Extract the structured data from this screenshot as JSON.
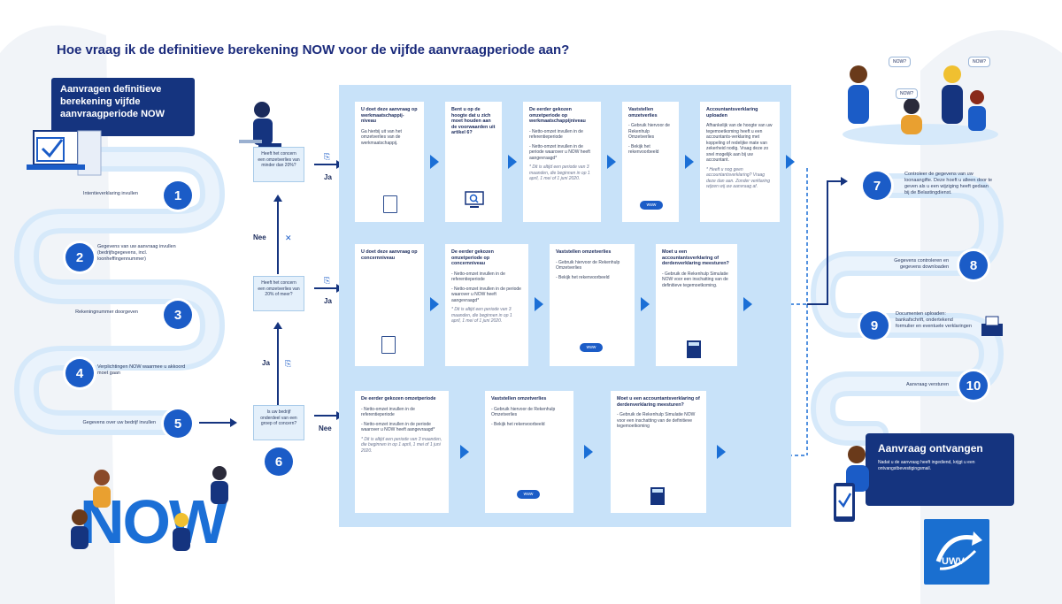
{
  "title": "Hoe vraag ik de definitieve berekening NOW voor de vijfde aanvraagperiode aan?",
  "left_box": "Aanvragen definitieve berekening vijfde aanvraagperiode NOW",
  "left_steps": [
    {
      "num": "1",
      "label": "Intentieverklaring invullen"
    },
    {
      "num": "2",
      "label": "Gegevens van uw aanvraag invullen (bedrijfsgegevens, incl. loonheffingennummer)"
    },
    {
      "num": "3",
      "label": "Rekeningnummer doorgeven"
    },
    {
      "num": "4",
      "label": "Verplichtingen NOW waarmee u akkoord moet gaan"
    },
    {
      "num": "5",
      "label": "Gegevens over uw bedrijf invullen"
    }
  ],
  "step6": "6",
  "questions": {
    "q1": "Heeft het concern een omzetverlies van minder dan 20%?",
    "q2": "Heeft het concern een omzetverlies van 20% of meer?",
    "q3": "Is uw bedrijf onderdeel van een groep of concern?"
  },
  "labels": {
    "ja": "Ja",
    "nee": "Nee"
  },
  "row1": [
    {
      "h": "U doet deze aanvraag op werkmaatschappij-niveau",
      "b": [
        "Ga hierbij uit van het omzetverlies van de werkmaatschappij."
      ],
      "n": ""
    },
    {
      "h": "Bent u op de hoogte dat u zich moet houden aan de voorwaarden uit artikel 6?",
      "b": [],
      "n": ""
    },
    {
      "h": "De eerder gekozen omzetperiode op werkmaatschappijniveau",
      "b": [
        "- Netto-omzet invullen in de referentieperiode",
        "- Netto-omzet invullen in de periode waarover u NOW heeft aangevraagd*"
      ],
      "n": "* Dit is altijd een periode van 3 maanden, die beginnen in op 1 april, 1 mei of 1 juni 2020."
    },
    {
      "h": "Vaststellen omzetverlies",
      "b": [
        "- Gebruik hiervoor de Rekenhulp Omzetverlies",
        "- Bekijk het rekenvoorbeeld"
      ],
      "n": ""
    },
    {
      "h": "Accountantsverklaring uploaden",
      "b": [
        "Afhankelijk van de hoogte van uw tegemoetkoming heeft u een accountants-verklaring met koppeling of redelijke mate van zekerheid nodig. Vraag deze zo snel mogelijk aan bij uw accountant."
      ],
      "n": "* Heeft u nog geen accountantsverklaring? Vraag deze dan aan. Zonder verklaring wijzen wij uw aanvraag af."
    }
  ],
  "row2": [
    {
      "h": "U doet deze aanvraag op concernniveau",
      "b": [],
      "n": ""
    },
    {
      "h": "De eerder gekozen omzetperiode op concernniveau",
      "b": [
        "- Netto-omzet invullen in de referentieperiode",
        "- Netto-omzet invullen in de periode waarover u NOW heeft aangevraagd*"
      ],
      "n": "* Dit is altijd een periode van 3 maanden, die beginnen in op 1 april, 1 mei of 1 juni 2020."
    },
    {
      "h": "Vaststellen omzetverlies",
      "b": [
        "- Gebruik hiervoor de Rekenhulp Omzetverlies",
        "- Bekijk het rekenvoorbeeld"
      ],
      "n": ""
    },
    {
      "h": "Moet u een accountantsverklaring of derdenverklaring meesturen?",
      "b": [
        "- Gebruik de Rekenhulp Simulatie NOW voor een inschatting van de definitieve tegemoetkoming."
      ],
      "n": ""
    }
  ],
  "row3": [
    {
      "h": "De eerder gekozen omzetperiode",
      "b": [
        "- Netto-omzet invullen in de referentieperiode",
        "- Netto-omzet invullen in de periode waarover u NOW heeft aangevraagd*"
      ],
      "n": "* Dit is altijd een periode van 3 maanden, die beginnen in op 1 april, 1 mei of 1 juni 2020."
    },
    {
      "h": "Vaststellen omzetverlies",
      "b": [
        "- Gebruik hiervoor de Rekenhulp Omzetverlies",
        "- Bekijk het rekenvoorbeeld"
      ],
      "n": ""
    },
    {
      "h": "Moet u een accountantsverklaring of derdenverklaring meesturen?",
      "b": [
        "- Gebruik de Rekenhulp Simulatie NOW voor een inschatting van de definitieve tegemoetkoming"
      ],
      "n": ""
    }
  ],
  "right_steps": [
    {
      "num": "7",
      "label": "Controleer de gegevens van uw loonaangifte. Deze hoeft u alleen door te geven als u een wijziging heeft gedaan bij de Belastingdienst."
    },
    {
      "num": "8",
      "label": "Gegevens controleren en gegevens downloaden"
    },
    {
      "num": "9",
      "label": "Documenten uploaden: bankafschrift, ondertekend formulier en eventuele verklaringen"
    },
    {
      "num": "10",
      "label": "Aanvraag versturen"
    }
  ],
  "received": {
    "title": "Aanvraag ontvangen",
    "text": "Nadat u de aanvraag heeft ingediend, krijgt u een ontvangstbevestigingsmail."
  },
  "bubbles": [
    "NOW?",
    "NOW?",
    "NOW?"
  ],
  "www": "www",
  "now_word": "NOW",
  "logo": "UWV",
  "colors": {
    "navy": "#15347f",
    "blue": "#1b5cc7",
    "panel": "#c8e2f9",
    "ribbon": "#d6e9fa"
  }
}
